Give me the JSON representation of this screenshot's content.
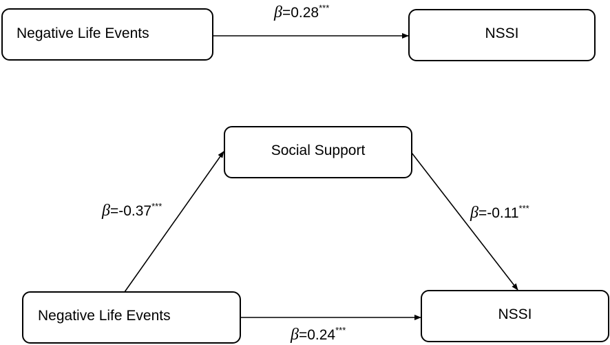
{
  "colors": {
    "stroke": "#000000",
    "background": "#ffffff"
  },
  "model_total": {
    "predictor_label": "Negative Life Events",
    "outcome_label": "NSSI",
    "path_c": {
      "symbol": "β",
      "value": "=0.28",
      "significance": "***"
    }
  },
  "model_mediation": {
    "mediator_label": "Social Support",
    "predictor_label": "Negative Life Events",
    "outcome_label": "NSSI",
    "path_a": {
      "symbol": "β",
      "value": "=-0.37",
      "significance": "***"
    },
    "path_b": {
      "symbol": "β",
      "value": "=-0.11",
      "significance": "***"
    },
    "path_c_prime": {
      "symbol": "β",
      "value": "=0.24",
      "significance": "***"
    }
  }
}
